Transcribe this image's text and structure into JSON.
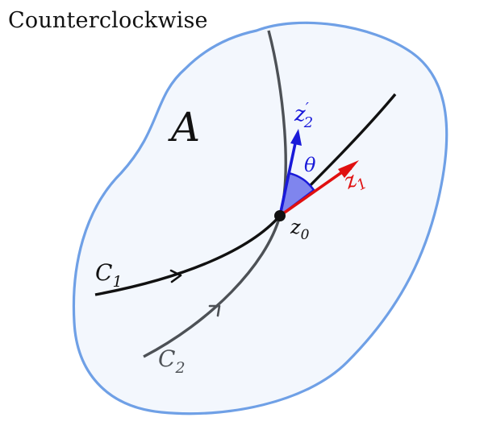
{
  "header": {
    "title": "Counterclockwise"
  },
  "region": {
    "label": "A",
    "fill": "#f3f7fd",
    "stroke": "#6fa0e6"
  },
  "curves": {
    "c1": {
      "name": "C",
      "sub": "1",
      "color": "#111111"
    },
    "c2": {
      "name": "C",
      "sub": "2",
      "color": "#4d5156"
    }
  },
  "point": {
    "name": "z",
    "sub": "0",
    "color": "#111111"
  },
  "tangents": {
    "z1": {
      "name": "z",
      "prime": "′",
      "sub": "1",
      "color": "#e01010"
    },
    "z2": {
      "name": "z",
      "prime": "′",
      "sub": "2",
      "color": "#1a1ad9"
    }
  },
  "angle": {
    "label": "θ",
    "fill": "#7f85ee",
    "stroke": "#1a1ad9"
  }
}
